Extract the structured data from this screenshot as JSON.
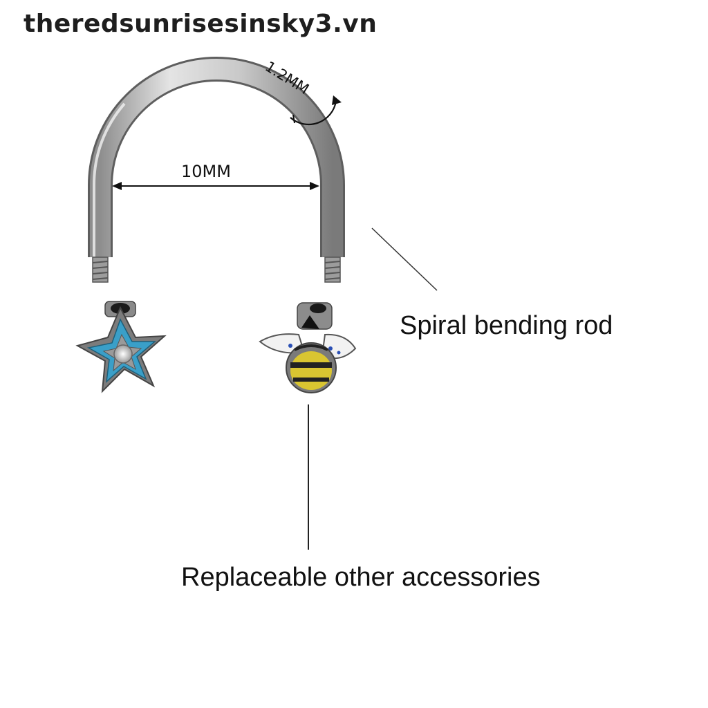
{
  "watermark": "theredsunrisesinsky3.vn",
  "dimensions": {
    "inner_diameter": "10MM",
    "thickness": "1.2MM"
  },
  "callouts": {
    "rod": "Spiral bending rod",
    "accessories": "Replaceable other accessories"
  },
  "colors": {
    "steel": "#b8b8b8",
    "flower_enamel": "#3a9fc8",
    "bee_stripe": "#d9c531",
    "text": "#111111"
  }
}
